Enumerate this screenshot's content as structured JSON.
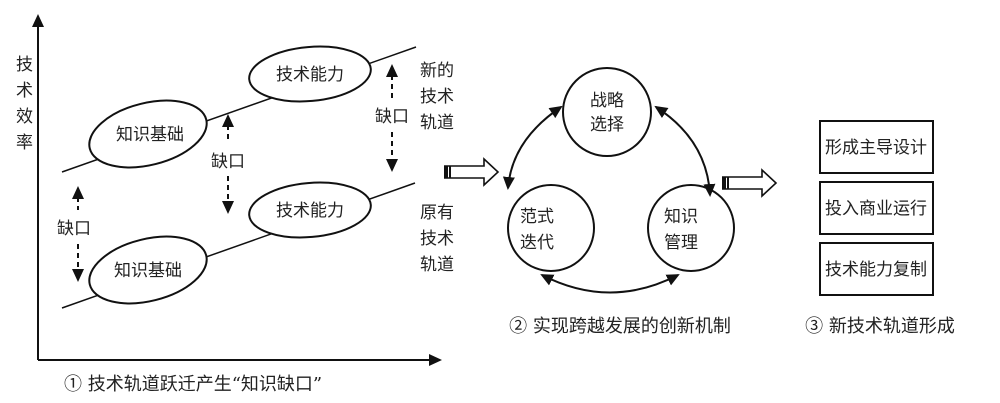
{
  "panel1": {
    "y_axis_label": [
      "技",
      "术",
      "效",
      "率"
    ],
    "new_track_label": [
      "新的",
      "技术",
      "轨道"
    ],
    "old_track_label": [
      "原有",
      "技术",
      "轨道"
    ],
    "upper_knowledge": "知识基础",
    "upper_capability": "技术能力",
    "lower_knowledge": "知识基础",
    "lower_capability": "技术能力",
    "gap_labels": [
      "缺口",
      "缺口",
      "缺口"
    ],
    "caption": "① 技术轨道跃迁产生“知识缺口”"
  },
  "panel2": {
    "strategy": [
      "战略",
      "选择"
    ],
    "paradigm": [
      "范式",
      "迭代"
    ],
    "knowledge": [
      "知识",
      "管理"
    ],
    "caption": "② 实现跨越发展的创新机制"
  },
  "panel3": {
    "boxes": [
      "形成主导设计",
      "投入商业运行",
      "技术能力复制"
    ],
    "caption": "③ 新技术轨道形成"
  }
}
